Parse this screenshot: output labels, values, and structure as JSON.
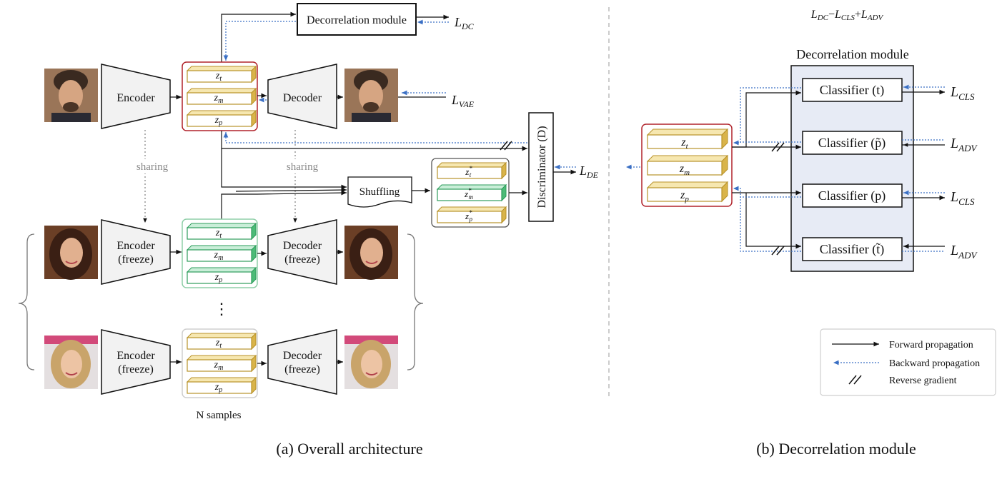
{
  "part_a": {
    "caption": "(a) Overall architecture",
    "decorrelation_module": "Decorrelation module",
    "loss_dc": {
      "base": "L",
      "sub": "DC"
    },
    "loss_vae": {
      "base": "L",
      "sub": "VAE"
    },
    "loss_de": {
      "base": "L",
      "sub": "DE"
    },
    "encoder": "Encoder",
    "decoder": "Decoder",
    "encoder_freeze": [
      "Encoder",
      "(freeze)"
    ],
    "decoder_freeze": [
      "Decoder",
      "(freeze)"
    ],
    "sharing": "sharing",
    "shuffling": "Shuffling",
    "discriminator": "Discriminator (D)",
    "n_samples": "N samples",
    "latents": [
      {
        "base": "z",
        "sub": "t",
        "sup": ""
      },
      {
        "base": "z",
        "sub": "m",
        "sup": ""
      },
      {
        "base": "z",
        "sub": "p",
        "sup": ""
      }
    ],
    "shuffled_latents": [
      {
        "base": "z",
        "sub": "t",
        "sup": "*"
      },
      {
        "base": "z",
        "sub": "m",
        "sup": "*"
      },
      {
        "base": "z",
        "sub": "p",
        "sup": "*"
      }
    ],
    "ellipsis": "⋮"
  },
  "part_b": {
    "caption": "(b) Decorrelation module",
    "title_formula": "L_DC − L_CLS + L_ADV",
    "formula_parts": [
      {
        "base": "L",
        "sub": "DC",
        "op": "−"
      },
      {
        "base": "L",
        "sub": "CLS",
        "op": "+"
      },
      {
        "base": "L",
        "sub": "ADV",
        "op": ""
      }
    ],
    "module_title": "Decorrelation module",
    "classifiers": [
      {
        "label": "Classifier (t)",
        "loss": {
          "base": "L",
          "sub": "CLS"
        }
      },
      {
        "label": "Classifier (p̃)",
        "loss": {
          "base": "L",
          "sub": "ADV"
        }
      },
      {
        "label": "Classifier (p)",
        "loss": {
          "base": "L",
          "sub": "CLS"
        }
      },
      {
        "label": "Classifier (t̃)",
        "loss": {
          "base": "L",
          "sub": "ADV"
        }
      }
    ],
    "latents": [
      {
        "base": "z",
        "sub": "t"
      },
      {
        "base": "z",
        "sub": "m"
      },
      {
        "base": "z",
        "sub": "p"
      }
    ]
  },
  "legend": {
    "forward": "Forward propagation",
    "backward": "Backward propagation",
    "reverse": "Reverse gradient"
  },
  "colors": {
    "red_border": "#b0222a",
    "green_border": "#2ea36b",
    "gold": "#e6c35a",
    "green_latent": "#3db36a",
    "backward_blue": "#3a6fc4",
    "module_fill": "#e7ebf5"
  }
}
